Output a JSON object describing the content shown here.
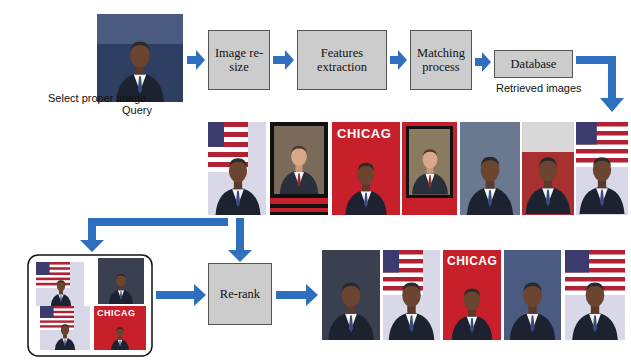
{
  "diagram": {
    "nodes": [
      {
        "text": [
          "Image re-size"
        ]
      },
      {
        "text": [
          "Features extraction"
        ]
      },
      {
        "text": [
          "Matching process"
        ]
      },
      {
        "text": [
          "Database"
        ]
      },
      {
        "text": [
          "Re-rank"
        ]
      }
    ],
    "edges": [
      {
        "from": 0,
        "to": 1,
        "arrow": "to"
      },
      {
        "from": 1,
        "to": 2,
        "arrow": "to"
      },
      {
        "from": 2,
        "to": 3,
        "arrow": "to"
      }
    ],
    "labels": [
      "Query",
      "Retrieved images",
      "Select proper image",
      "CHICAG",
      "CHICAG",
      "CHICAG"
    ]
  }
}
